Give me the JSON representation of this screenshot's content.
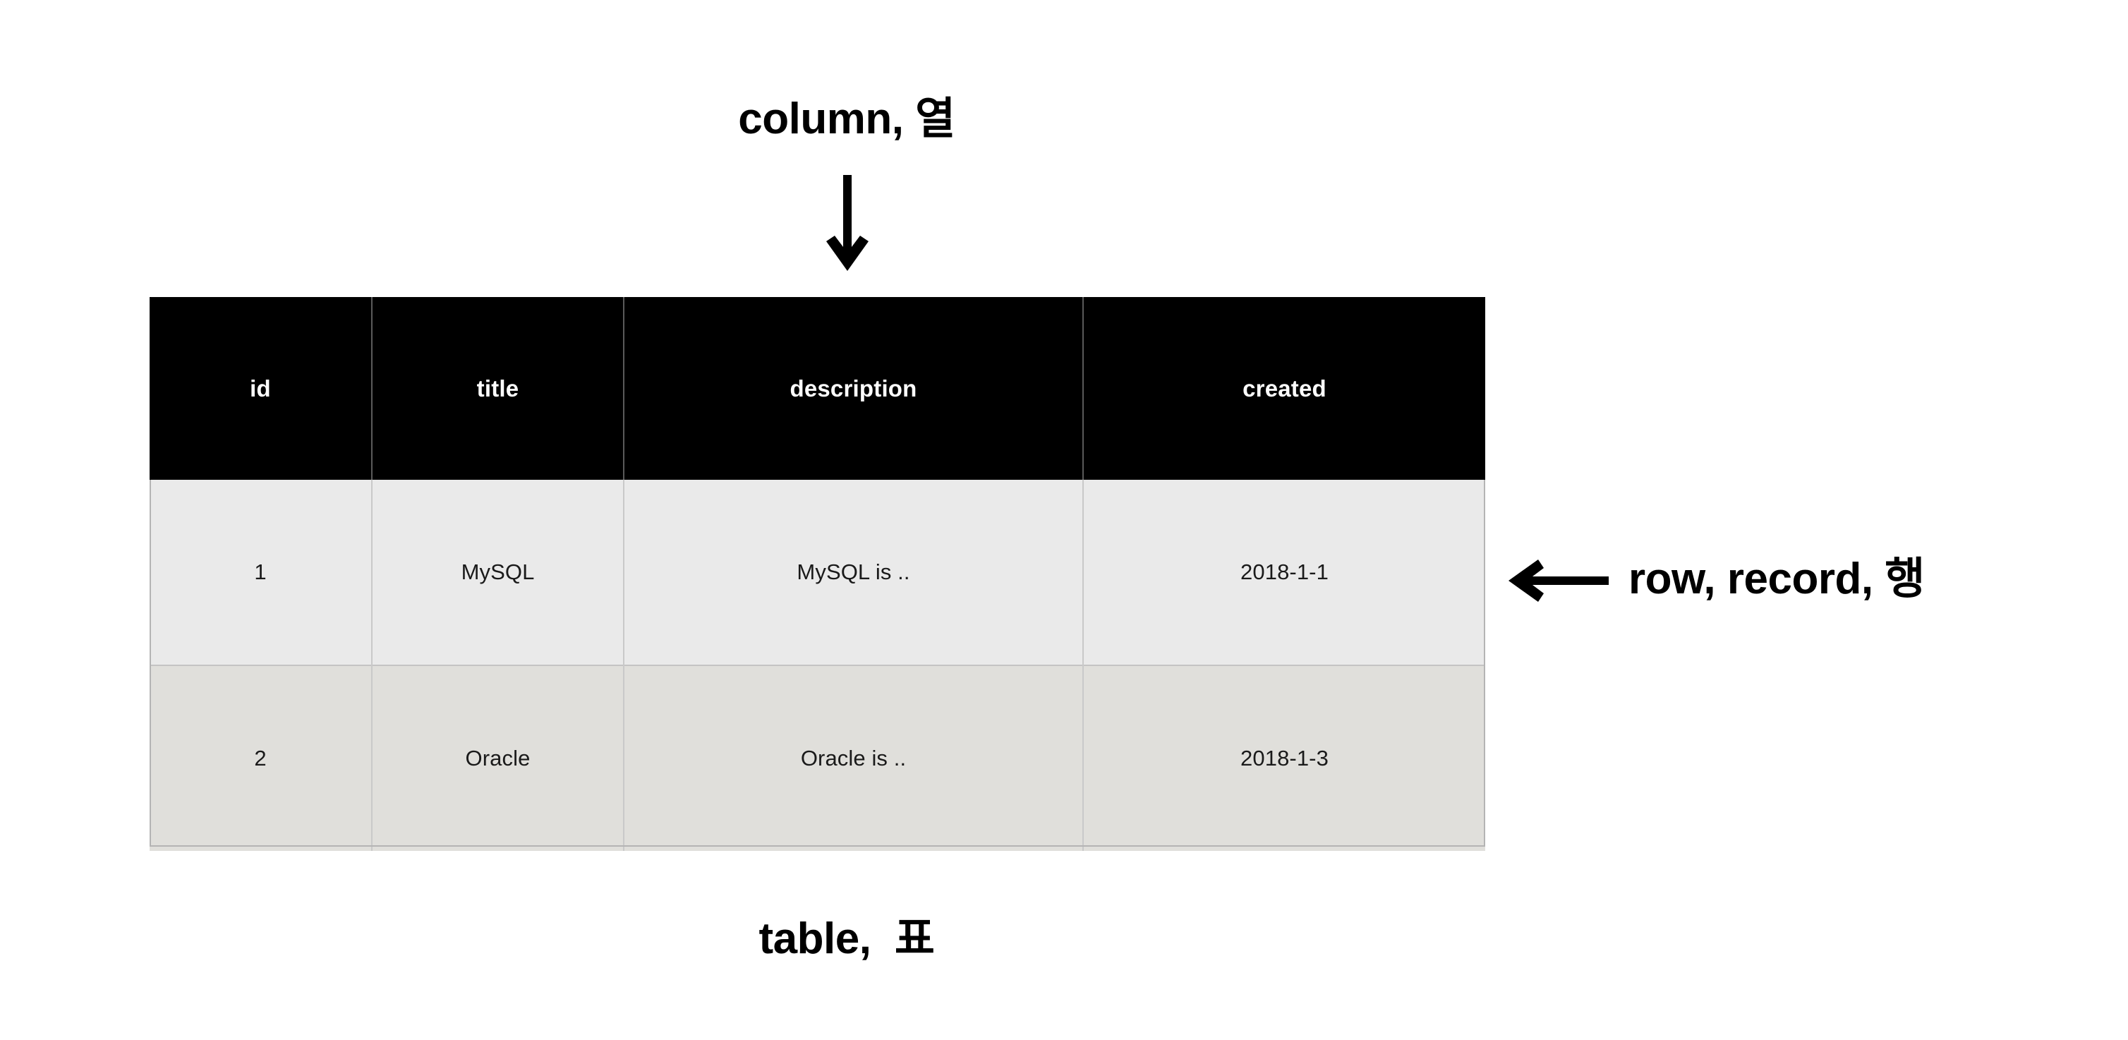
{
  "background_color": "#ffffff",
  "annotations": {
    "column_label": "column, 열",
    "row_label": "row, record, 행",
    "table_caption": "table,  표",
    "down_arrow_icon": "arrow-down-icon",
    "left_arrow_icon": "arrow-left-icon"
  },
  "table": {
    "header_background": "#000000",
    "header_text_color": "#ffffff",
    "row_colors": [
      "#eaeaea",
      "#e0dfdb"
    ],
    "columns": [
      {
        "key": "id",
        "label": "id"
      },
      {
        "key": "title",
        "label": "title"
      },
      {
        "key": "description",
        "label": "description"
      },
      {
        "key": "created",
        "label": "created"
      }
    ],
    "rows": [
      {
        "id": "1",
        "title": "MySQL",
        "description": "MySQL is ..",
        "created": "2018-1-1"
      },
      {
        "id": "2",
        "title": "Oracle",
        "description": "Oracle is ..",
        "created": "2018-1-3"
      }
    ]
  }
}
